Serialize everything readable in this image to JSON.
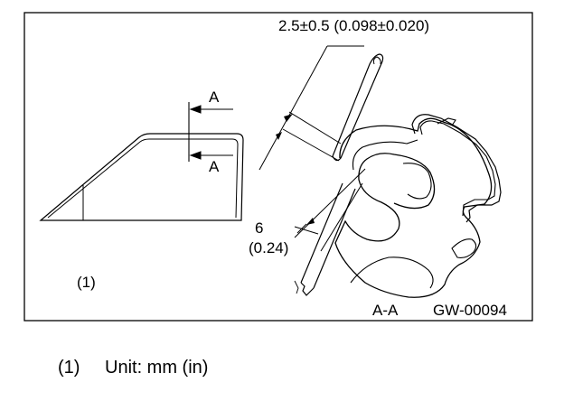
{
  "figure": {
    "section_arrow_top": "A",
    "section_arrow_bottom": "A",
    "dimension_thickness": "2.5±0.5 (0.098±0.020)",
    "dimension_depth_mm": "6",
    "dimension_depth_in": "(0.24)",
    "view_ref": "(1)",
    "section_label": "A-A",
    "figure_code": "GW-00094"
  },
  "caption": {
    "ref": "(1)",
    "text": "Unit: mm (in)"
  }
}
